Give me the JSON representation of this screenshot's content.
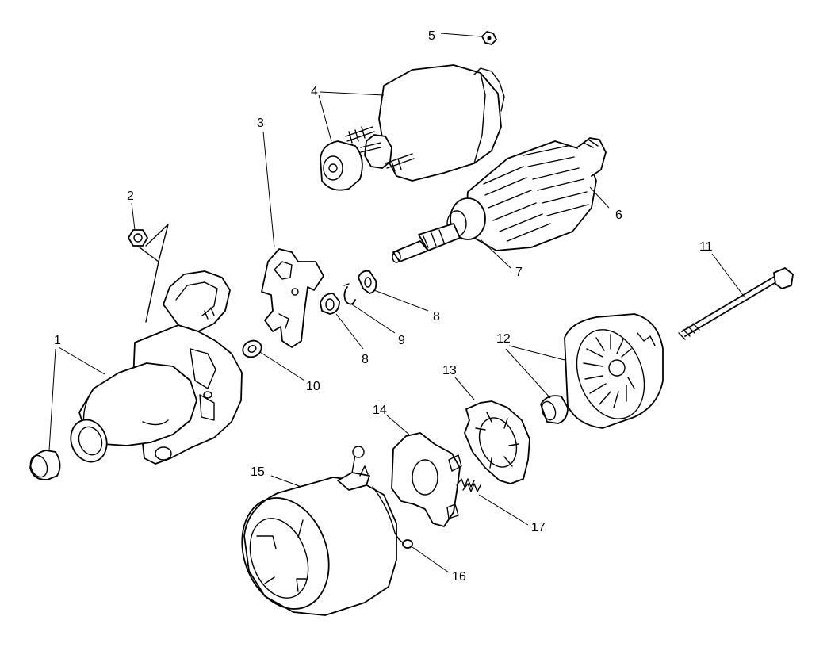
{
  "diagram": {
    "callouts": [
      {
        "id": "c1",
        "label": "1"
      },
      {
        "id": "c2",
        "label": "2"
      },
      {
        "id": "c3",
        "label": "3"
      },
      {
        "id": "c4",
        "label": "4"
      },
      {
        "id": "c5",
        "label": "5"
      },
      {
        "id": "c6",
        "label": "6"
      },
      {
        "id": "c7",
        "label": "7"
      },
      {
        "id": "c8a",
        "label": "8"
      },
      {
        "id": "c8b",
        "label": "8"
      },
      {
        "id": "c9",
        "label": "9"
      },
      {
        "id": "c10",
        "label": "10"
      },
      {
        "id": "c11",
        "label": "11"
      },
      {
        "id": "c12",
        "label": "12"
      },
      {
        "id": "c13",
        "label": "13"
      },
      {
        "id": "c14",
        "label": "14"
      },
      {
        "id": "c15",
        "label": "15"
      },
      {
        "id": "c16",
        "label": "16"
      },
      {
        "id": "c17",
        "label": "17"
      }
    ]
  }
}
